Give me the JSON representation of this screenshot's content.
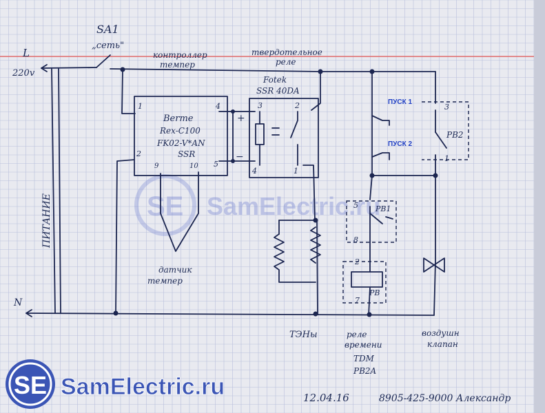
{
  "labels": {
    "sa1": "SA1",
    "set": "„сеть\"",
    "L": "L",
    "v220": "220v",
    "controller": "контроллер",
    "temper": "темпер",
    "solid1": "твердотельное",
    "solid2": "реле",
    "fotek": "Fotek",
    "ssr": "SSR 40DA",
    "berme": "Berme",
    "rex": "Rex-C100",
    "fk": "FK02-V*AN",
    "ssr2": "SSR",
    "pusk1": "ПУСК 1",
    "pusk2": "ПУСК 2",
    "pv2": "PB2",
    "pv1": "PB1",
    "pv": "PB",
    "pitanie": "ПИТАНИЕ",
    "sensor1": "датчик",
    "sensor2": "темпер",
    "N": "N",
    "teny": "ТЭНы",
    "relay1": "реле",
    "relay2": "времени",
    "relay3": "TDM",
    "relay4": "PB2A",
    "valve1": "воздушн",
    "valve2": "клапан",
    "date": "12.04.16",
    "phone": "8905-425-9000 Александр",
    "t1": "1",
    "t2": "2",
    "t4": "4",
    "t5": "5",
    "t9": "9",
    "t10": "10",
    "f3": "3",
    "f2": "2",
    "f4": "4",
    "f1": "1",
    "plus": "+",
    "minus": "−",
    "k3": "3",
    "k1": "1",
    "k5": "5",
    "k8": "8",
    "k2": "2",
    "k7": "7"
  },
  "brand": {
    "initials": "SE",
    "name": "SamElectric.ru"
  },
  "colors": {
    "paper": "#e9eaf0",
    "ink": "#1b2550",
    "grid": "#b9bfdc",
    "margin_line": "#e06a6a",
    "brand_blue": "#3b55b5"
  }
}
